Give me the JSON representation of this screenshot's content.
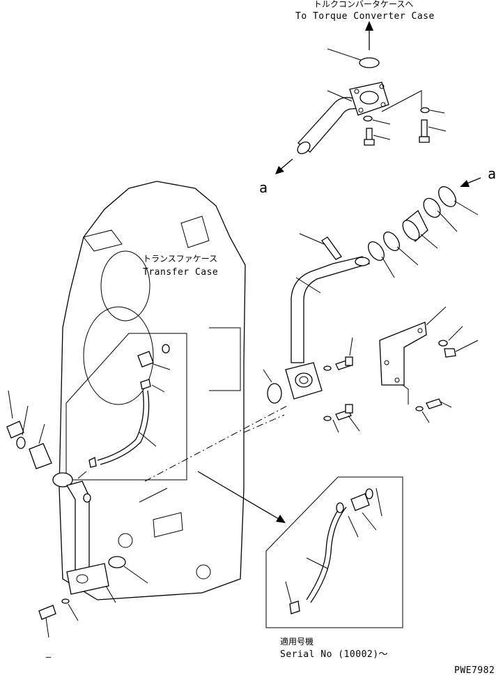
{
  "labels": {
    "torque_jp": "トルクコンバータケースへ",
    "torque_en": "To Torque Converter Case",
    "transfer_jp": "トランスファケース",
    "transfer_en": "Transfer Case",
    "ref_left": "a",
    "ref_right": "a",
    "serial_jp": "適用号機",
    "serial_en": "Serial No (10002)～",
    "drawing_code": "PWE7982",
    "blank_ref": "–"
  }
}
